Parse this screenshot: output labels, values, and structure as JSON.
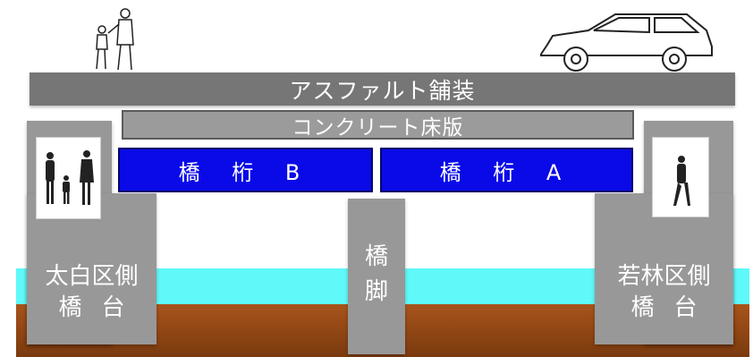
{
  "layers": {
    "asphalt": "アスファルト舗装",
    "slab": "コンクリート床版"
  },
  "girders": {
    "b": "橋 桁 B",
    "a": "橋 桁 A"
  },
  "abutments": {
    "left": {
      "line1": "太白区側",
      "line2": "橋台"
    },
    "right": {
      "line1": "若林区側",
      "line2": "橋台"
    }
  },
  "pier": {
    "line1": "橋",
    "line2": "脚"
  },
  "colors": {
    "girder": "#0a0ae8",
    "water": "#5ff9f9",
    "ground": "#a8541b",
    "concrete": "#989898",
    "asphalt": "#767676"
  }
}
